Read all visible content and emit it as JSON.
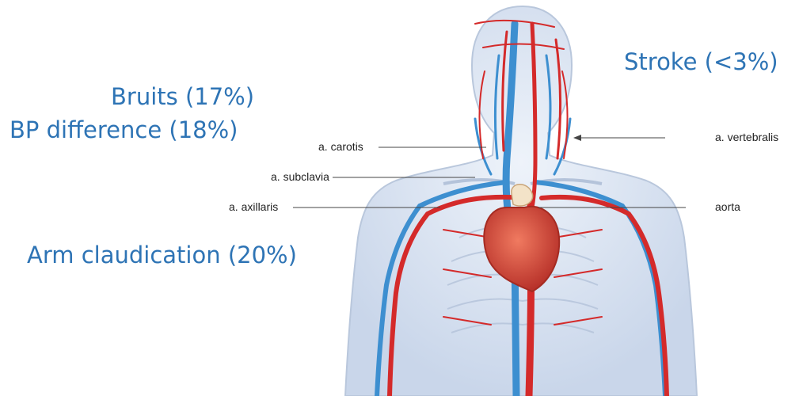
{
  "stats": {
    "stroke": "Stroke (<3%)",
    "bruits": "Bruits (17%)",
    "bp_difference": "BP difference (18%)",
    "arm_claudication": "Arm claudication (20%)"
  },
  "labels": {
    "carotis": "a. carotis",
    "vertebralis": "a. vertebralis",
    "subclavia": "a. subclavia",
    "axillaris": "a. axillaris",
    "aorta": "aorta"
  },
  "colors": {
    "stat_text": "#2e74b5",
    "label_text": "#222222",
    "artery": "#d42a2a",
    "vein": "#3d8fd0",
    "body": "#dfe8f4",
    "body_outline": "#b9c7dc",
    "heart": "#d8473a"
  }
}
